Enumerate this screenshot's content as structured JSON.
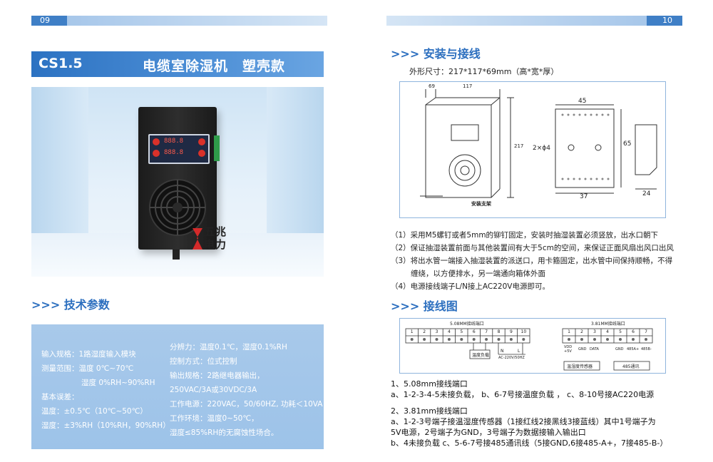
{
  "left_page": {
    "page_number": "09",
    "model": "CS1.5",
    "product_name": "电缆室除湿机　塑壳款",
    "brand_mark": "五兆电力",
    "section_title": ">>> 技术参数",
    "params_left": [
      "输入规格：1路湿度输入模块",
      "测量范围：温度 0℃~70℃",
      "湿度 0%RH~90%RH",
      "基本误差：",
      "温度：±0.5℃（10℃~50℃）",
      "湿度：±3%RH（10%RH，90%RH）"
    ],
    "params_right": [
      "分辨力：温度0.1℃，湿度0.1%RH",
      "控制方式：位式控制",
      "输出规格：2路继电器输出，",
      "250VAC/3A或30VDC/3A",
      "工作电源：220VAC，50/60HZ, 功耗＜10VA",
      "工作环境：温度0~50℃，",
      "湿度≤85%RH的无腐蚀性场合。"
    ],
    "device_display": [
      "888.8",
      "888.8"
    ]
  },
  "right_page": {
    "page_number": "10",
    "install_title": ">>> 安装与接线",
    "dimensions": "外形尺寸：217*117*69mm（高*宽*厚）",
    "drawing_labels": {
      "width_top": "69",
      "depth_top": "117",
      "height_side": "217",
      "bracket": "安装支架",
      "hole_w": "45",
      "hole_h": "65",
      "holes": "2×ϕ4",
      "bottom_w": "37",
      "bracket_w": "24"
    },
    "install_steps": [
      "（1）采用M5螺钉或者5mm的铆钉固定，安装时抽湿装置必须竖放，出水口朝下",
      "（2）保证抽湿装置前面与其他装置间有大于5cm的空间，来保证正面风扇出风口出风",
      "（3）将出水管一端接入抽湿装置的派送口，用卡箍固定，出水管中间保持顺畅，不得",
      "缠绕，以方便排水，另一端通向箱体外面",
      "（4）电源接线端子L/N接上AC220V电源即可。"
    ],
    "wiring_title": ">>> 接线图",
    "terminal_a_title": "5.08MM接线端口",
    "terminal_a_numbers": [
      "1",
      "2",
      "3",
      "4",
      "5",
      "6",
      "7",
      "8",
      "9",
      "10"
    ],
    "terminal_a_labels": {
      "temp_load": "温度负载",
      "n": "N",
      "l": "L",
      "power": "AC-220V/50HZ"
    },
    "terminal_b_title": "3.81MM接线端口",
    "terminal_b_numbers": [
      "1",
      "2",
      "3",
      "4",
      "5",
      "6",
      "7"
    ],
    "terminal_b_pins": [
      "VDD +5V",
      "GND",
      "DATA",
      "GND",
      "485A+",
      "485B-"
    ],
    "terminal_b_labels": {
      "sensor": "温湿度传感器",
      "comm": "485通讯"
    },
    "wiring_notes": [
      "1、5.08mm接线端口",
      "a、1-2-3-4-5未接负载，  b、6-7号接温度负载  ，  c、8-10号接AC220电源",
      "2、3.81mm接线端口",
      "a、1-2-3号端子接温湿度传感器（1接红线2接黑线3接蓝线）其中1号端子为",
      "5V电源，2号端子为GND，3号端子为数据接输入输出口",
      "b、4未接负载  c、5-6-7号接485通讯线（5接GND,6接485-A+，7接485-B-）"
    ]
  }
}
